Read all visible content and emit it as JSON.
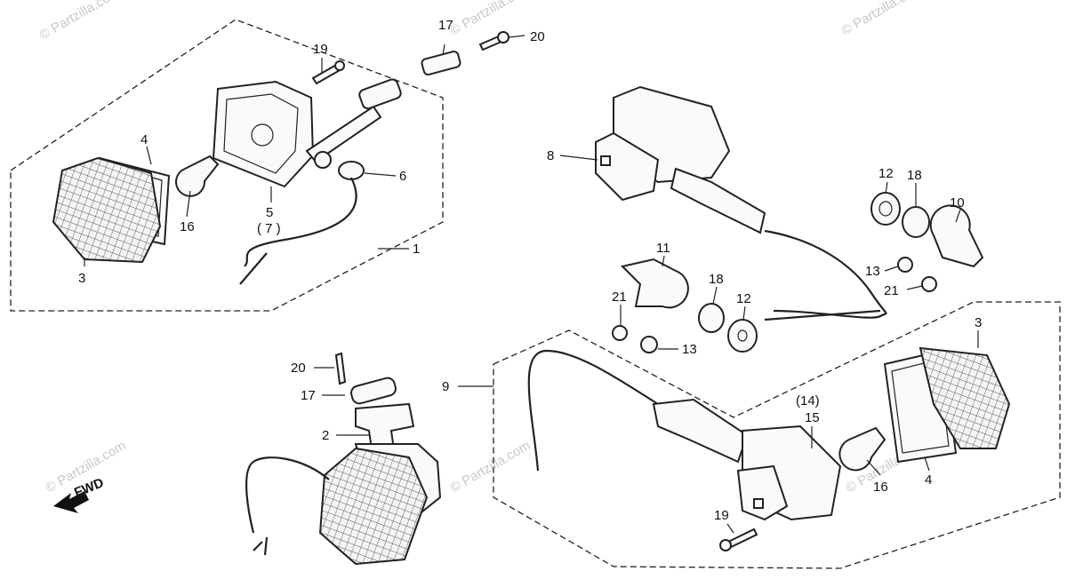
{
  "watermarks": {
    "top": "© Partzilla.com",
    "left": "© Partzilla.com",
    "center": "© Partzilla.com",
    "right": "© Partzilla.com",
    "top_right": "© Partzilla.com"
  },
  "direction_label": "FWD",
  "callouts": {
    "c1": "1",
    "c2": "2",
    "c3a": "3",
    "c3b": "3",
    "c4a": "4",
    "c4b": "4",
    "c5": "5",
    "c7": "( 7 )",
    "c6": "6",
    "c8": "8",
    "c9": "9",
    "c10": "10",
    "c11": "11",
    "c12a": "12",
    "c12b": "12",
    "c13a": "13",
    "c13b": "13",
    "c14": "(14)",
    "c15": "15",
    "c16a": "16",
    "c16b": "16",
    "c17a": "17",
    "c17b": "17",
    "c18a": "18",
    "c18b": "18",
    "c19a": "19",
    "c19b": "19",
    "c20a": "20",
    "c20b": "20",
    "c21a": "21",
    "c21b": "21"
  }
}
